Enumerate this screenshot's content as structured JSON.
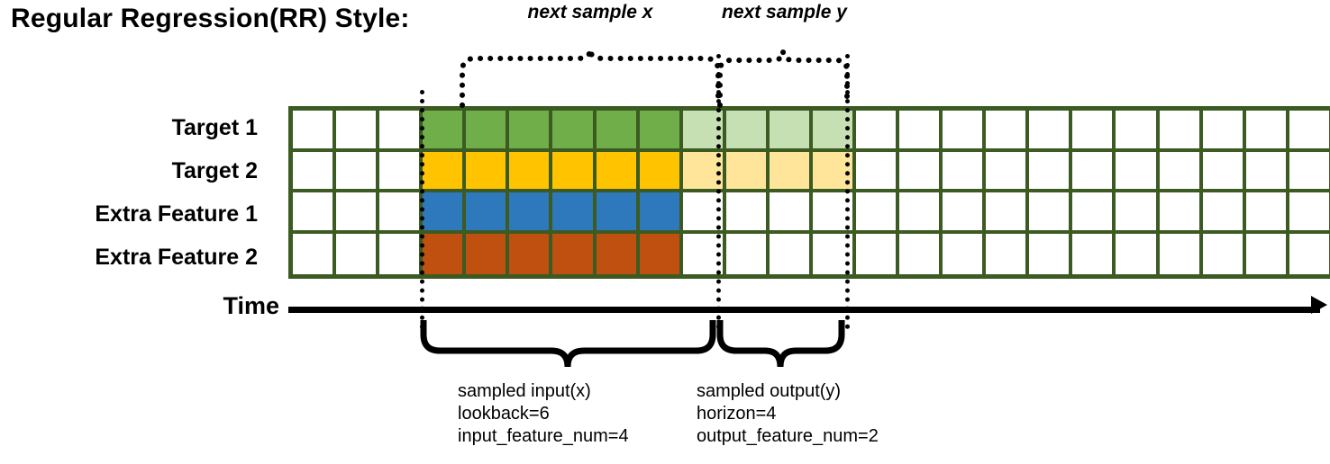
{
  "title": "Regular Regression(RR) Style:",
  "rows": [
    {
      "label": "Target 1",
      "name": "target-1"
    },
    {
      "label": "Target 2",
      "name": "target-2"
    },
    {
      "label": "Extra Feature 1",
      "name": "extra-feature-1"
    },
    {
      "label": "Extra Feature 2",
      "name": "extra-feature-2"
    }
  ],
  "grid": {
    "columns": 24,
    "rows": 4,
    "border_color": "#3C5B22",
    "empty_color": "#FFFFFF",
    "input_start_col": 3,
    "input_end_col": 9,
    "output_start_col": 9,
    "output_end_col": 13,
    "fills": [
      [
        "#FFFFFF",
        "#FFFFFF",
        "#FFFFFF",
        "#6FAE49",
        "#6FAE49",
        "#6FAE49",
        "#6FAE49",
        "#6FAE49",
        "#6FAE49",
        "#C6E0B4",
        "#C6E0B4",
        "#C6E0B4",
        "#C6E0B4",
        "#FFFFFF",
        "#FFFFFF",
        "#FFFFFF",
        "#FFFFFF",
        "#FFFFFF",
        "#FFFFFF",
        "#FFFFFF",
        "#FFFFFF",
        "#FFFFFF",
        "#FFFFFF",
        "#FFFFFF"
      ],
      [
        "#FFFFFF",
        "#FFFFFF",
        "#FFFFFF",
        "#FFC300",
        "#FFC300",
        "#FFC300",
        "#FFC300",
        "#FFC300",
        "#FFC300",
        "#FEE599",
        "#FEE599",
        "#FEE599",
        "#FEE599",
        "#FFFFFF",
        "#FFFFFF",
        "#FFFFFF",
        "#FFFFFF",
        "#FFFFFF",
        "#FFFFFF",
        "#FFFFFF",
        "#FFFFFF",
        "#FFFFFF",
        "#FFFFFF",
        "#FFFFFF"
      ],
      [
        "#FFFFFF",
        "#FFFFFF",
        "#FFFFFF",
        "#2D79BC",
        "#2D79BC",
        "#2D79BC",
        "#2D79BC",
        "#2D79BC",
        "#2D79BC",
        "#FFFFFF",
        "#FFFFFF",
        "#FFFFFF",
        "#FFFFFF",
        "#FFFFFF",
        "#FFFFFF",
        "#FFFFFF",
        "#FFFFFF",
        "#FFFFFF",
        "#FFFFFF",
        "#FFFFFF",
        "#FFFFFF",
        "#FFFFFF",
        "#FFFFFF",
        "#FFFFFF"
      ],
      [
        "#FFFFFF",
        "#FFFFFF",
        "#FFFFFF",
        "#C0500F",
        "#C0500F",
        "#C0500F",
        "#C0500F",
        "#C0500F",
        "#C0500F",
        "#FFFFFF",
        "#FFFFFF",
        "#FFFFFF",
        "#FFFFFF",
        "#FFFFFF",
        "#FFFFFF",
        "#FFFFFF",
        "#FFFFFF",
        "#FFFFFF",
        "#FFFFFF",
        "#FFFFFF",
        "#FFFFFF",
        "#FFFFFF",
        "#FFFFFF",
        "#FFFFFF"
      ]
    ]
  },
  "time_axis": {
    "label": "Time"
  },
  "top_braces": [
    {
      "caption": "next sample x",
      "name": "next-sample-x"
    },
    {
      "caption": "next sample y",
      "name": "next-sample-y"
    }
  ],
  "bottom_annotations": [
    {
      "name": "sampled-input",
      "line1": "sampled input(x)",
      "line2": "lookback=6",
      "line3": "input_feature_num=4"
    },
    {
      "name": "sampled-output",
      "line1": "sampled output(y)",
      "line2": "horizon=4",
      "line3": "output_feature_num=2"
    }
  ]
}
